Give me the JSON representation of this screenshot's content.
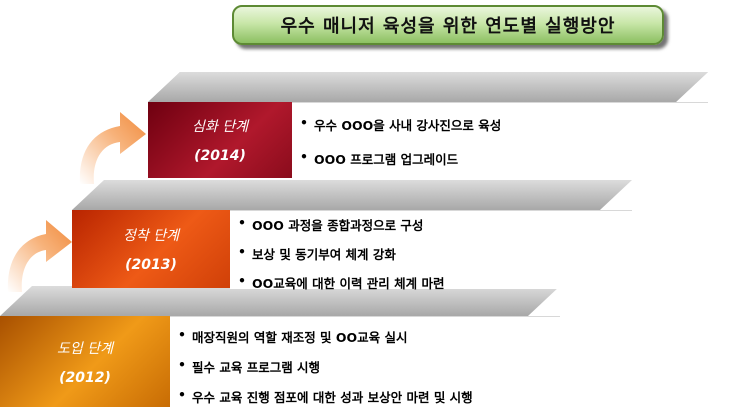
{
  "title": "우수 매니저 육성을 위한 연도별 실행방안",
  "stages": [
    {
      "name": "심화 단계",
      "year": "(2014)",
      "items": [
        "우수 OOO을 사내 강사진으로 육성",
        "OOO 프로그램 업그레이드"
      ],
      "color_dark": "#6e0010",
      "color_light": "#c01830"
    },
    {
      "name": "정착 단계",
      "year": "(2013)",
      "items": [
        "OOO 과정을 종합과정으로 구성",
        "보상 및 동기부여 체계 강화",
        "OO교육에 대한 이력 관리 체계 마련"
      ],
      "color_dark": "#c22a05",
      "color_light": "#f06a1e"
    },
    {
      "name": "도입 단계",
      "year": "(2012)",
      "items": [
        "매장직원의 역할 재조정 및 OO교육 실시",
        "필수 교육 프로그램 시행",
        "우수 교육 진행 점포에 대한 성과 보상안 마련 및 시행"
      ],
      "color_dark": "#b85a00",
      "color_light": "#f3a018"
    }
  ]
}
